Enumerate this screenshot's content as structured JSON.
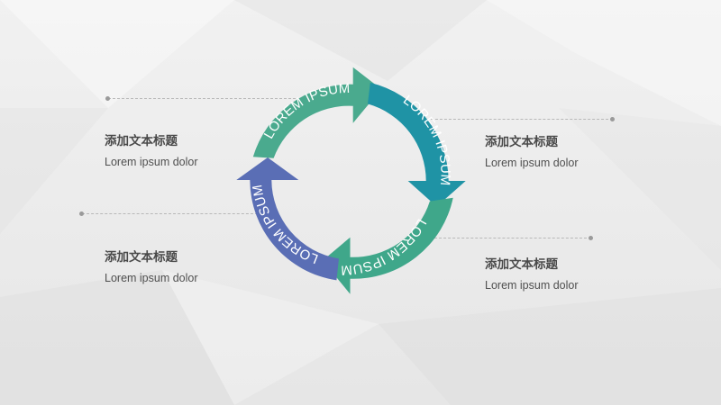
{
  "cycle": {
    "segments": [
      {
        "label": "LOREM IPSUM",
        "color": "#4aaa8e"
      },
      {
        "label": "LOREM IPSUM",
        "color": "#1f93a5"
      },
      {
        "label": "LOREM IPSUM",
        "color": "#3fa78a"
      },
      {
        "label": "LOREM IPSUM",
        "color": "#5a6eb5"
      }
    ]
  },
  "labels": [
    {
      "title": "添加文本标题",
      "subtitle": "Lorem ipsum dolor"
    },
    {
      "title": "添加文本标题",
      "subtitle": "Lorem ipsum dolor"
    },
    {
      "title": "添加文本标题",
      "subtitle": "Lorem ipsum dolor"
    },
    {
      "title": "添加文本标题",
      "subtitle": "Lorem ipsum dolor"
    }
  ]
}
